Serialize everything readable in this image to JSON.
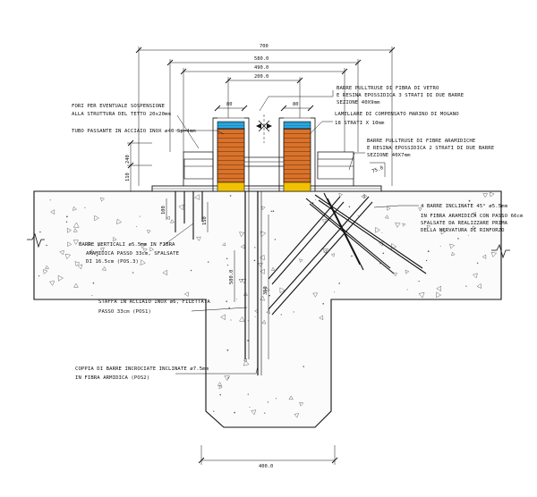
{
  "dimensions": {
    "overall_width": "700",
    "width_580": "580.0",
    "width_490": "490.0",
    "width_200": "200.0",
    "post_width_left": "80",
    "post_width_right": "80",
    "height_240": "240",
    "height_110": "110",
    "height_100": "100",
    "height_150": "150",
    "height_500": "500.0",
    "depth_350": "350",
    "rib_width": "400.0",
    "slope_label": "75.0"
  },
  "notes": {
    "barre_vetro_1": "BARRE PULLTRUSE DI FIBRA DI VETRO",
    "barre_vetro_2": "E RESINA EPOSSIDICA 3 STRATI DI DUE BARRE",
    "barre_vetro_3": "SEZIONE 40X9mm",
    "lamellare_1": "LAMELLARE DI COMPENSATO MARINO DI MOGANO",
    "lamellare_2": "18 STRATI X 10mm",
    "aramidiche_1": "BARRE PULLTRUSE DI FIBRE ARAMIDICHE",
    "aramidiche_2": "E RESINA EPOSSIDICA 2 STRATI DI DUE BARRE",
    "aramidiche_3": "SEZIONE 40X7mm",
    "fori_1": "FORI PER EVENTUALE SOSPENSIONE",
    "fori_2": "ALLA STRUTTURA DEL TETTO 20x20mm",
    "tubo": "TUBO PASSANTE IN ACCIAIO INOX ø40 Sp=4mm",
    "inclinate_1": "4 BARRE INCLINATE 45° ø5.5mm",
    "inclinate_2": "IN FIBRA ARAMIDICA CON PASSO 66cm",
    "inclinate_3": "SFALSATE DA REALIZZARE PRIMA",
    "inclinate_4": "DELLA NERVATURA DI RINFORZO",
    "verticali_1": "BARRE VERTICALI ø5.5mm IN FIBRA",
    "verticali_2": "ARAMIDICA PASSO 33cm, SFALSATE",
    "verticali_3": "DI 16.5cm (POS.3)",
    "staffa_1": "STAFFA IN ACCIAIO INOX ø6, FILETTATA",
    "staffa_2": "PASSO 33cm (POS1)",
    "coppia_1": "COPPIA DI BARRE INCROCIATE INCLINATE ø7.5mm",
    "coppia_2": "IN FIBRA ARMIDICA (POS2)"
  },
  "colors": {
    "wood": "#d9722a",
    "wood_line": "#7a3a10",
    "glass_fiber": "#2aa7e0",
    "aramid": "#f2c200",
    "line": "#111111"
  }
}
